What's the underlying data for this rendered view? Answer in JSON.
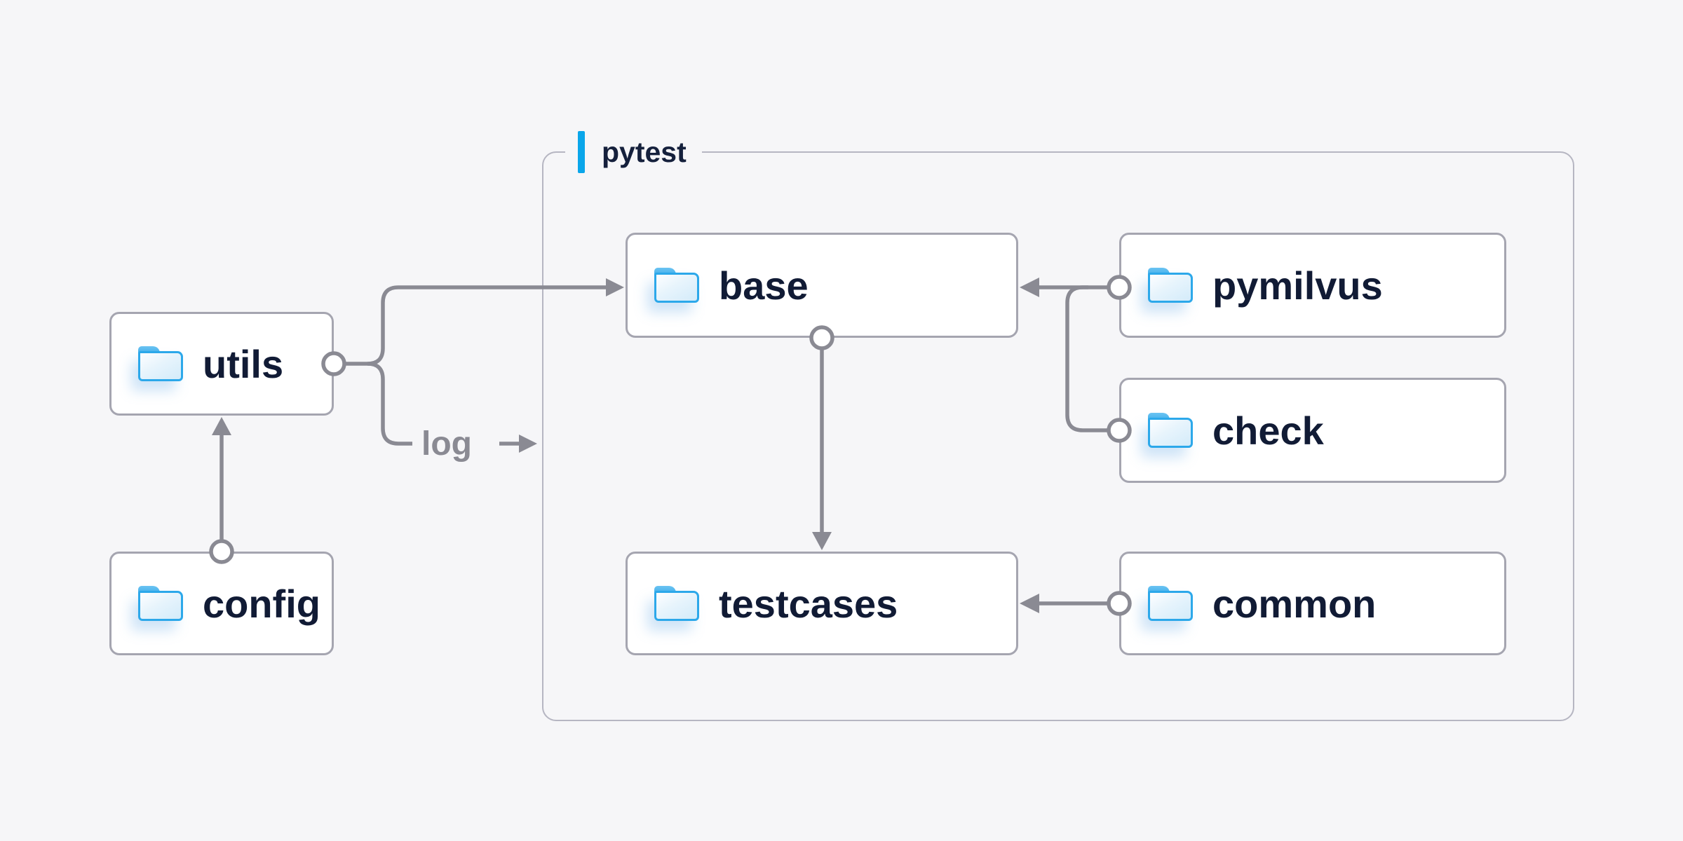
{
  "container": {
    "label": "pytest"
  },
  "nodes": {
    "utils": {
      "label": "utils",
      "icon": "folder-icon"
    },
    "config": {
      "label": "config",
      "icon": "folder-icon"
    },
    "base": {
      "label": "base",
      "icon": "folder-icon"
    },
    "pymilvus": {
      "label": "pymilvus",
      "icon": "folder-icon"
    },
    "check": {
      "label": "check",
      "icon": "folder-icon"
    },
    "testcases": {
      "label": "testcases",
      "icon": "folder-icon"
    },
    "common": {
      "label": "common",
      "icon": "folder-icon"
    }
  },
  "edges": {
    "log_label": "log",
    "relations": [
      "config -> utils",
      "utils -> base",
      "utils -> log",
      "pymilvus -> base",
      "check -> base",
      "base -> testcases",
      "common -> testcases"
    ]
  },
  "colors": {
    "background": "#f6f6f8",
    "accent_cyan": "#0aa6ea",
    "connector_gray": "#8a8a93",
    "node_border": "#a5a5b0",
    "group_border": "#b6b6c2",
    "text_navy": "#111b35",
    "folder_blue": "#2ca8ea"
  }
}
